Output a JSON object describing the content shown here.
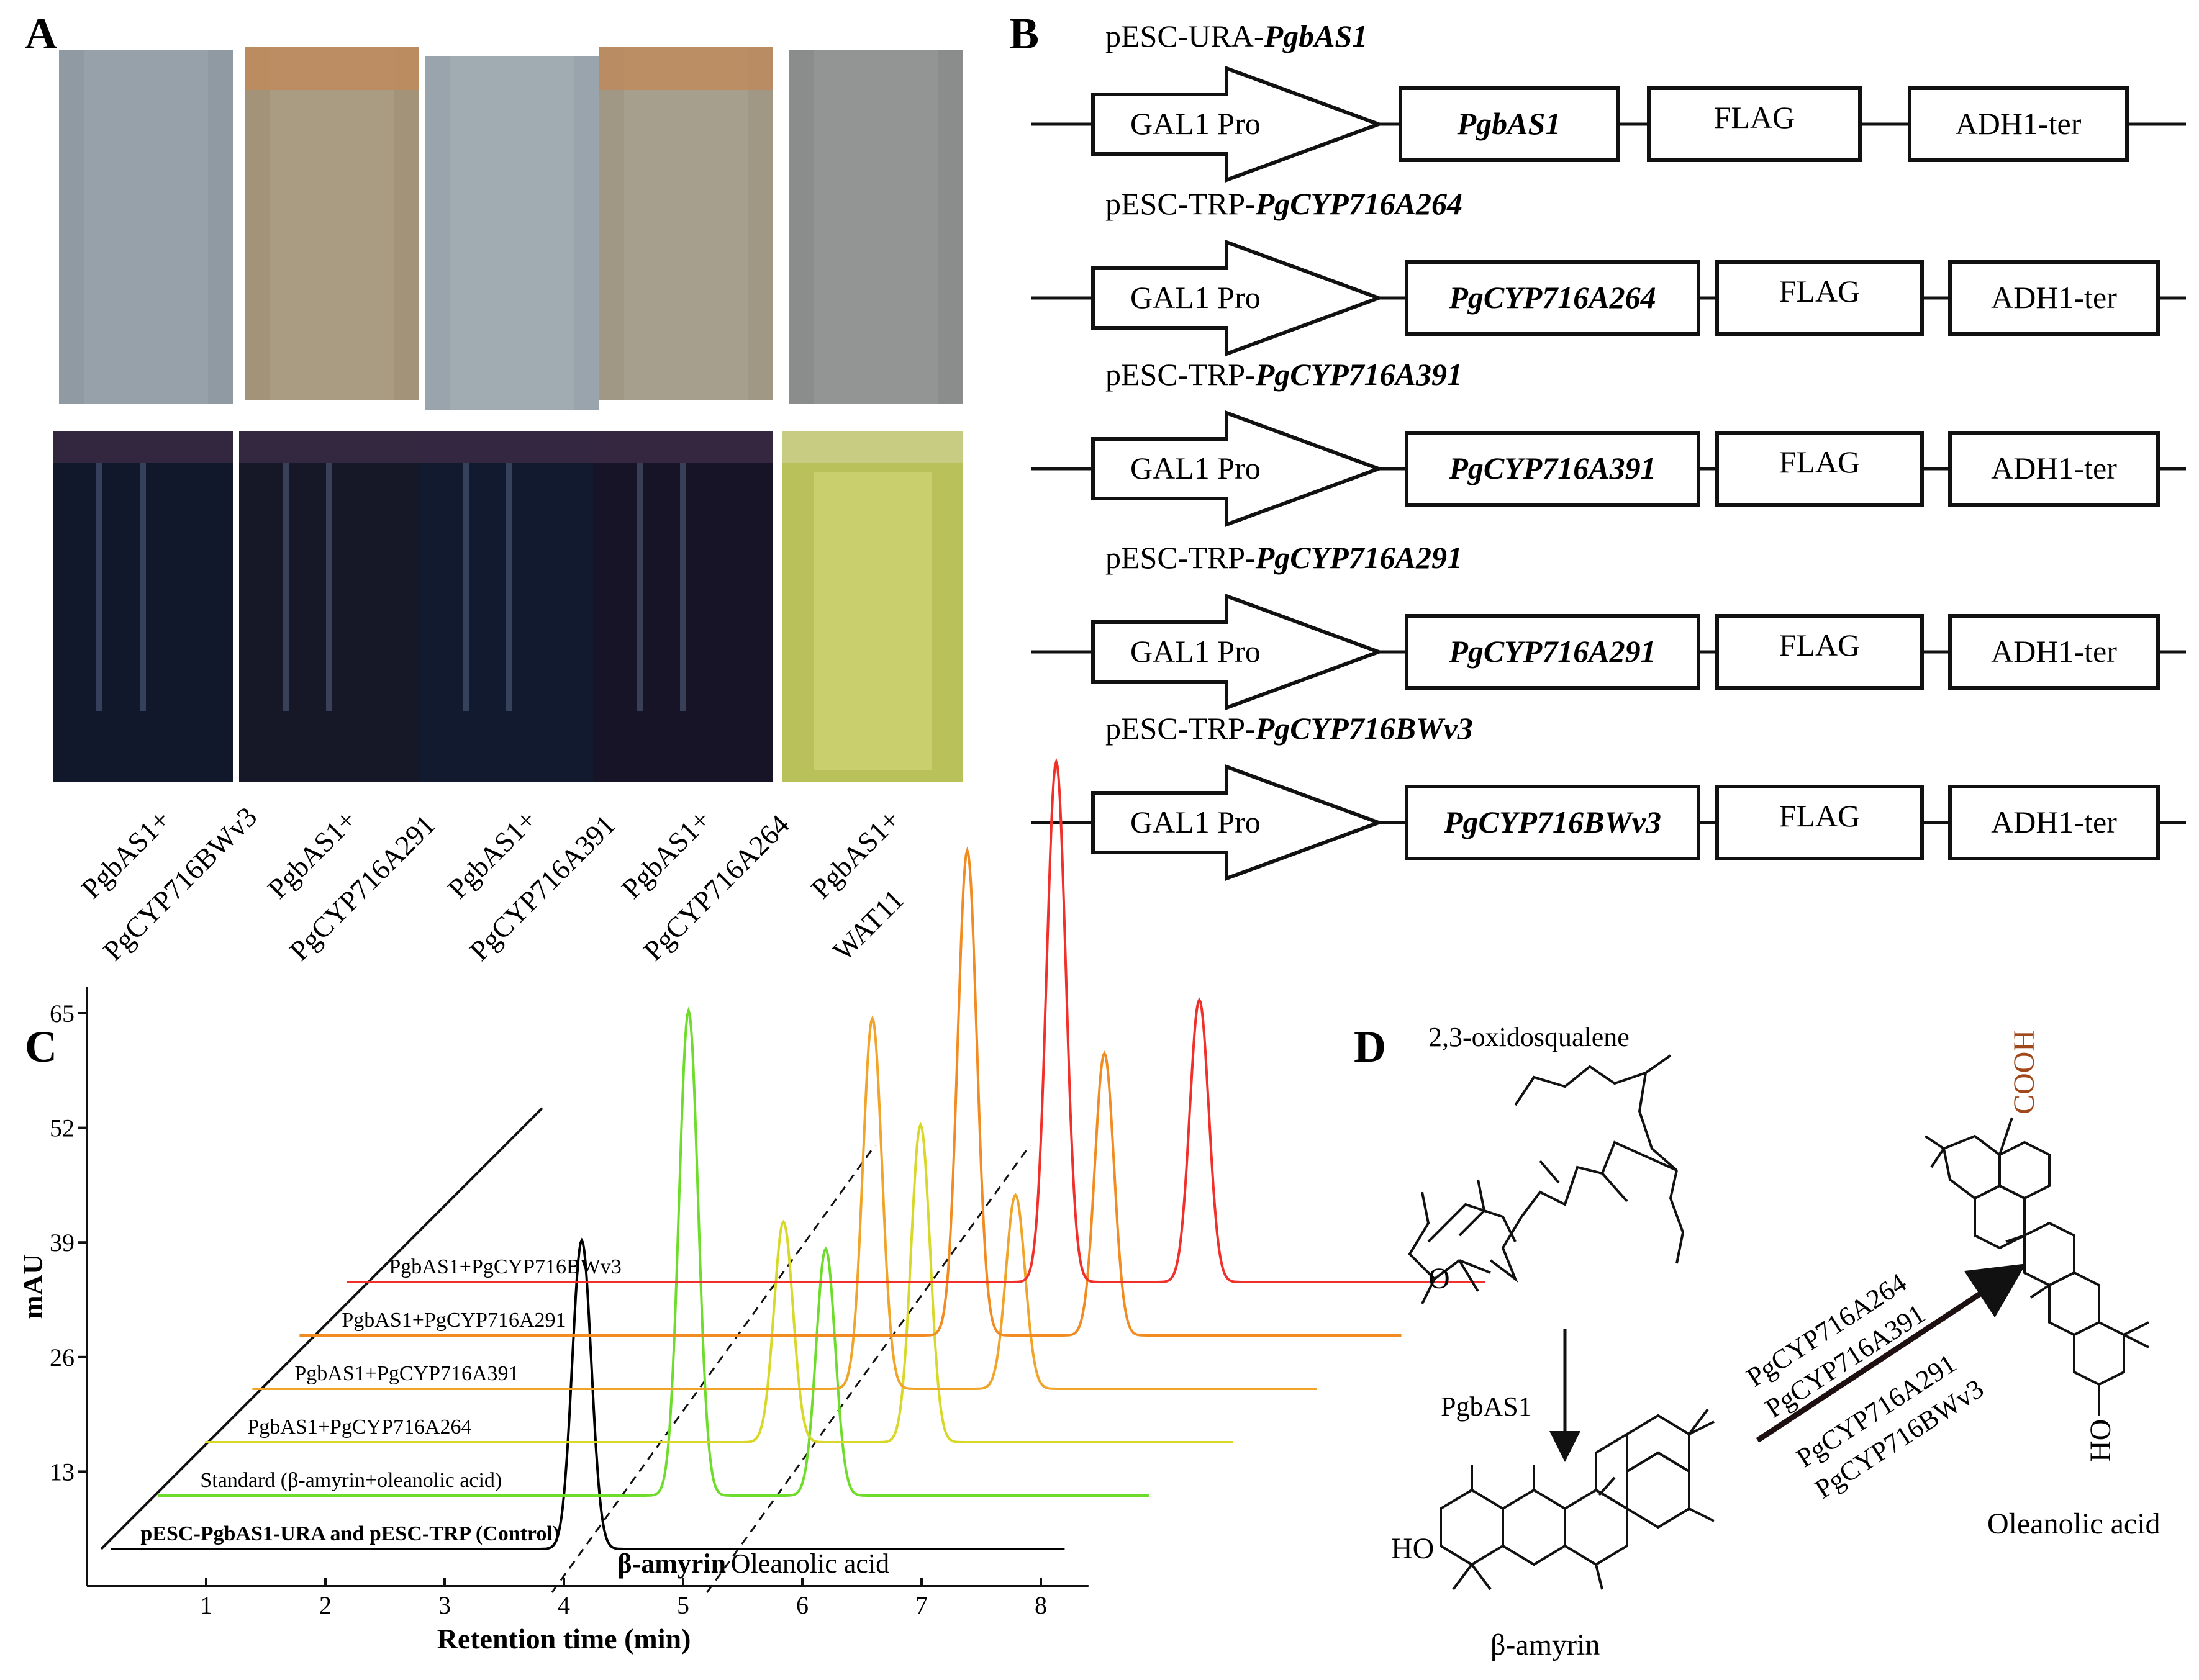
{
  "panels": {
    "A": {
      "label": "A",
      "tubes": [
        {
          "line1": "PgbAS1+",
          "line2": "PgCYP716BWv3",
          "top_color": "#8f9aa2",
          "bottom_color": "#11182c"
        },
        {
          "line1": "PgbAS1+",
          "line2": "PgCYP716A291",
          "top_color": "#a39479",
          "bottom_color": "#161828"
        },
        {
          "line1": "PgbAS1+",
          "line2": "PgCYP716A391",
          "top_color": "#9aa4ac",
          "bottom_color": "#121a30"
        },
        {
          "line1": "PgbAS1+",
          "line2": "PgCYP716A264",
          "top_color": "#a09785",
          "bottom_color": "#171427"
        },
        {
          "line1": "PgbAS1+",
          "line2": "WAT11",
          "top_color": "#8a8d8c",
          "bottom_color": "#b9c15a"
        }
      ]
    },
    "B": {
      "label": "B",
      "constructs": [
        {
          "title_plain": "pESC-URA-",
          "title_italic": "PgbAS1",
          "promoter": "GAL1 Pro",
          "gene": "PgbAS1",
          "tag": "FLAG",
          "terminator": "ADH1-ter"
        },
        {
          "title_plain": "pESC-TRP-",
          "title_italic": "PgCYP716A264",
          "promoter": "GAL1 Pro",
          "gene": "PgCYP716A264",
          "tag": "FLAG",
          "terminator": "ADH1-ter"
        },
        {
          "title_plain": "pESC-TRP-",
          "title_italic": "PgCYP716A391",
          "promoter": "GAL1 Pro",
          "gene": "PgCYP716A391",
          "tag": "FLAG",
          "terminator": "ADH1-ter"
        },
        {
          "title_plain": "pESC-TRP-",
          "title_italic": "PgCYP716A291",
          "promoter": "GAL1 Pro",
          "gene": "PgCYP716A291",
          "tag": "FLAG",
          "terminator": "ADH1-ter"
        },
        {
          "title_plain": "pESC-TRP-",
          "title_italic": "PgCYP716BWv3",
          "promoter": "GAL1 Pro",
          "gene": "PgCYP716BWv3",
          "tag": "FLAG",
          "terminator": "ADH1-ter"
        }
      ]
    },
    "C": {
      "label": "C",
      "peak_labels": {
        "beta_amyrin": "β-amyrin",
        "oleanolic_acid": "Oleanolic acid"
      }
    },
    "D": {
      "label": "D",
      "substrate": "2,3-oxidosqualene",
      "enzyme1": "PgbAS1",
      "intermediate": "β-amyrin",
      "enzymes2": [
        "PgCYP716A264",
        "PgCYP716A391",
        "PgCYP716A291",
        "PgCYP716BWv3"
      ],
      "product": "Oleanolic acid",
      "group_cooh": "COOH",
      "group_ho": "HO",
      "group_o": "O",
      "cooh_color": "#a0471c"
    }
  },
  "chart_data": {
    "type": "line",
    "subtype": "stacked-chromatogram",
    "xlabel": "Retention time (min)",
    "ylabel": "mAU",
    "x_ticks": [
      1,
      2,
      3,
      4,
      5,
      6,
      7,
      8
    ],
    "y_ticks": [
      13,
      26,
      39,
      52,
      65
    ],
    "xlim": [
      0,
      8.4
    ],
    "ylim": [
      0,
      68
    ],
    "series": [
      {
        "name": "pESC-PgbAS1-URA and pESC-TRP (Control)",
        "color": "#000000",
        "peaks": [
          {
            "x": 4.15,
            "height": 35
          }
        ]
      },
      {
        "name": "Standard (β-amyrin+oleanolic acid)",
        "color": "#6edc2a",
        "peaks": [
          {
            "x": 4.65,
            "height": 55
          },
          {
            "x": 5.8,
            "height": 28
          }
        ]
      },
      {
        "name": "PgbAS1+PgCYP716A264",
        "color": "#d8d82a",
        "peaks": [
          {
            "x": 5.05,
            "height": 25
          },
          {
            "x": 6.2,
            "height": 36
          }
        ]
      },
      {
        "name": "PgbAS1+PgCYP716A391",
        "color": "#f0a42a",
        "peaks": [
          {
            "x": 5.4,
            "height": 42
          },
          {
            "x": 6.6,
            "height": 22
          }
        ]
      },
      {
        "name": "PgbAS1+PgCYP716A291",
        "color": "#f08c22",
        "peaks": [
          {
            "x": 5.8,
            "height": 55
          },
          {
            "x": 6.95,
            "height": 32
          }
        ]
      },
      {
        "name": "PgbAS1+PgCYP716BWv3",
        "color": "#f0302a",
        "peaks": [
          {
            "x": 6.15,
            "height": 59
          },
          {
            "x": 7.35,
            "height": 32
          }
        ]
      }
    ]
  }
}
